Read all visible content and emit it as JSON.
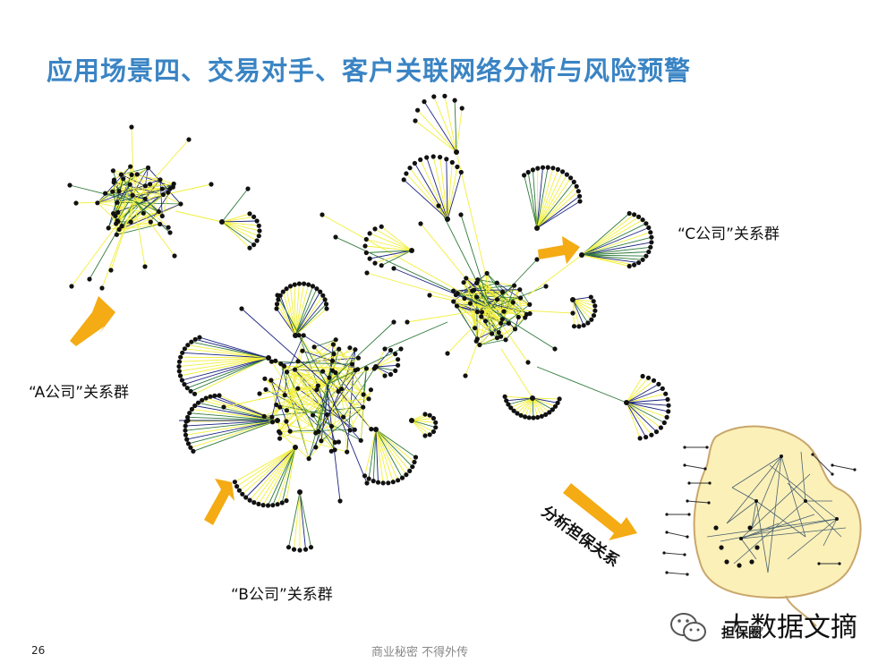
{
  "slide": {
    "title": "应用场景四、交易对手、客户关联网络分析与风险预警",
    "page_number": "26",
    "footer": "商业秘密 不得外传"
  },
  "labels": {
    "group_a": "“A公司”关系群",
    "group_b": "“B公司”关系群",
    "group_c": "“C公司”关系群",
    "guarantee_arrow": "分析担保关系",
    "guarantee_result": "担保圈"
  },
  "watermark": {
    "text": "大数据文摘",
    "icon": "wechat-icon"
  },
  "colors": {
    "title": "#3a84c4",
    "edge_yellow": "#f2ef3a",
    "edge_green": "#2f7a3a",
    "edge_navy": "#1a237e",
    "node": "#111111",
    "arrow": "#f4ab14",
    "guarantee_area": "#fbf0b8",
    "guarantee_border": "#c9a66b"
  }
}
